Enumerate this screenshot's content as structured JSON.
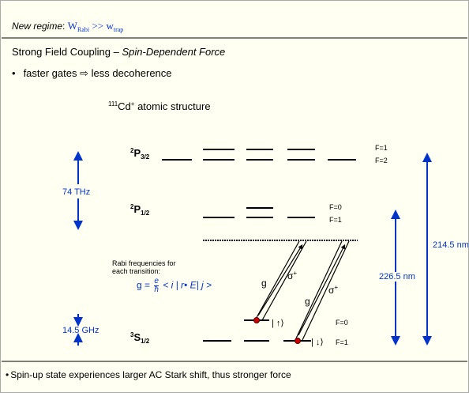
{
  "header": {
    "regime_label": "New regime",
    "regime_colon": ":",
    "w_rabi": "W",
    "w_rabi_sub": "Rabi",
    "gg": ">>",
    "w_trap": "w",
    "w_trap_sub": "trap"
  },
  "title": {
    "prefix": "Strong Field Coupling – ",
    "emph": "Spin-Dependent Force"
  },
  "bullet1": {
    "dot": "•",
    "text": "faster gates ⇨ less decoherence"
  },
  "structure": {
    "mass": "111",
    "element": "Cd",
    "charge": "+",
    "rest": " atomic structure"
  },
  "levels": {
    "p32": {
      "pre": "2",
      "main": "P",
      "sub": "3/2",
      "f_upper": "F=1",
      "f_lower": "F=2"
    },
    "p12": {
      "pre": "2",
      "main": "P",
      "sub": "1/2",
      "f_upper": "F=0",
      "f_lower": "F=1"
    },
    "s12": {
      "pre": "3",
      "main": "S",
      "sub": "1/2",
      "f_upper": "F=0",
      "f_lower": "F=1"
    }
  },
  "splittings": {
    "fine": "74  THz",
    "hyperfine": "14.5  GHz"
  },
  "wavelengths": {
    "long": "214.5 nm",
    "short": "226.5 nm"
  },
  "rabi_note": {
    "line1": "Rabi frequencies for",
    "line2": "each transition:",
    "formula_lhs": "g = ",
    "frac_num": "e",
    "frac_den": "ħ",
    "formula_rhs": " < i | r• E| j >"
  },
  "beams": {
    "g": "g",
    "sigma": "σ",
    "sigma_sup": "+"
  },
  "kets": {
    "up": "| ↑⟩",
    "down": "| ↓⟩"
  },
  "bullet2": {
    "dot": "•",
    "text": "Spin-up state experiences larger AC Stark shift, thus stronger force"
  },
  "colors": {
    "background": "#fffff2",
    "accent": "#0033cc",
    "ion": "#cc0000",
    "text": "#000000"
  }
}
